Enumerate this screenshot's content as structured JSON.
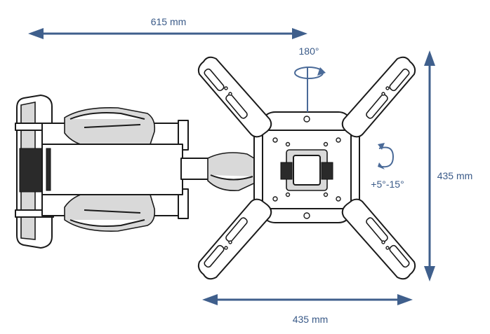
{
  "dimensions": {
    "arm_extension": "615 mm",
    "vesa_height": "435 mm",
    "vesa_width": "435 mm"
  },
  "rotation": {
    "swivel_label": "180°",
    "tilt_label": "+5°-15°"
  },
  "colors": {
    "dimension_blue": "#3f5f8c",
    "label_blue": "#3a5a88",
    "outline": "#1a1a1a",
    "shade": "#d9d9d9"
  }
}
